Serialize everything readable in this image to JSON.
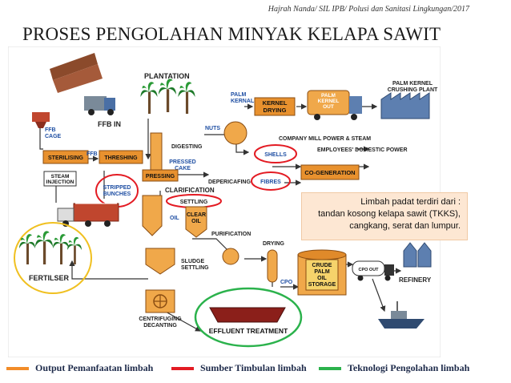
{
  "credit": "Hajrah Nanda/ SIL IPB/ Polusi dan Sanitasi Lingkungan/2017",
  "title": "PROSES PENGOLAHAN MINYAK KELAPA SAWIT",
  "colors": {
    "output": "#f28c28",
    "source": "#e31b23",
    "technology": "#2bb24c",
    "process_box": "#e8912e",
    "hopper": "#f0a84a",
    "label_blue": "#1f4fa3"
  },
  "diagram": {
    "plantation": "PLANTATION",
    "ffb_cage": "FFB\nCAGE",
    "ffb_in": "FFB IN",
    "nuts": "NUTS",
    "palm_kernals": "PALM\nKERNALS",
    "kernel_drying": "KERNEL\nDRYING",
    "palm_kernel_out": "PALM\nKERNEL\nOUT",
    "palm_kernel_crushing_plant": "PALM KERNEL\nCRUSHING PLANT",
    "company_mill": "COMPANY MILL POWER & STEAM",
    "employees_power": "EMPLOYEES' DOMESTIC POWER",
    "shells": "SHELLS",
    "fibres": "FIBRES",
    "co_generation": "CO-GENERATION",
    "sterilising": "STERILISING",
    "ffb": "FFB",
    "threshing": "THRESHING",
    "digesting": "DIGESTING",
    "pressed_cake": "PRESSED\nCAKE",
    "pressing": "PRESSING",
    "depericafing": "DEPERICAFING",
    "steam_injection": "STEAM\nINJECTION",
    "stripped_bunches": "STRIPPED\nBUNCHES",
    "clarification": "CLARIFICATION",
    "settling": "SETTLING",
    "oil": "OIL",
    "clear_oil": "CLEAR\nOIL",
    "purification": "PURIFICATION",
    "drying": "DRYING",
    "crude_palm_oil_storage": "CRUDE\nPALM\nOIL\nSTORAGE",
    "cpo": "CPO",
    "cpo_out": "CPO OUT",
    "refinery": "REFINERY",
    "fertilser": "FERTILSER",
    "sludge_settling": "SLUDGE\nSETTLING",
    "centrifuging": "CENTRIFUGING\nDECANTING",
    "effluent_treatment": "EFFLUENT TREATMENT"
  },
  "note": {
    "line1": "Limbah padat   terdiri dari :",
    "line2": "tandan kosong kelapa sawit (TKKS),",
    "line3": "cangkang, serat dan lumpur."
  },
  "legend": [
    {
      "label": "Output Pemanfaatan limbah",
      "color": "#f28c28"
    },
    {
      "label": "Sumber Timbulan limbah",
      "color": "#e31b23"
    },
    {
      "label": "Teknologi Pengolahan limbah",
      "color": "#2bb24c"
    }
  ]
}
